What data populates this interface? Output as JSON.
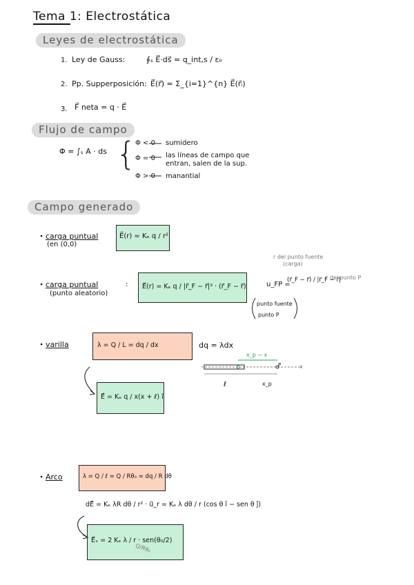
{
  "title": "Tema 1: Electrostática",
  "sections": {
    "leyes": {
      "heading": "Leyes de electrostática",
      "items": [
        {
          "num": "1.",
          "label": "Ley de Gauss:",
          "formula": "∮ₛ E⃗·ds⃗ = q_int,s / ε₀"
        },
        {
          "num": "2.",
          "label": "Pp. Supperposición:",
          "formula": "E⃗(r⃗) = Σ_{i=1}^{n} E⃗(r⃗ᵢ)"
        },
        {
          "num": "3.",
          "label": "",
          "formula": "F⃗ neta = q · E⃗"
        }
      ]
    },
    "flujo": {
      "heading": "Flujo de campo",
      "formula": "Φ = ∫ₛ A · ds",
      "cases": [
        {
          "cond": "Φ < 0",
          "desc": "sumidero"
        },
        {
          "cond": "Φ = 0",
          "desc": "las líneas de campo que",
          "desc2": "entran, salen de la sup."
        },
        {
          "cond": "Φ > 0",
          "desc": "manantial"
        }
      ]
    },
    "campo": {
      "heading": "Campo generado",
      "puntual_origen": {
        "label": "carga puntual",
        "sub": "(en (0,0)",
        "formula": "E⃗(r) = Kₑ q / r²"
      },
      "puntual_aleatorio": {
        "label": "carga puntual",
        "sub": "(punto aleatorio)",
        "formula": "E⃗(r) = Kₑ q / |r⃗_F − r⃗|³ · (r⃗_F − r⃗)",
        "u_label": "u_FP =",
        "u_formula": "(r⃗_F − r⃗) / |r⃗_F − r⃗|",
        "note_top": "r del punto fuente",
        "note_top2": "(carga)",
        "note_right": "r del punto P",
        "note_bottom1": "punto fuente",
        "note_bottom2": "punto P"
      },
      "varilla": {
        "label": "varilla",
        "density": "λ = Q / L = dq / dx",
        "result": "dq = λdx",
        "field": "E⃗ = Kₑ q / x(x + ℓ) î",
        "diagram": {
          "top": "x_p − x",
          "bottom_left": "ℓ",
          "bottom_right": "x_p",
          "axis": "x",
          "point": "P"
        }
      },
      "arco": {
        "label": "Arco",
        "density": "λ = Q / ℓ = Q / Rθ₀ = dq / R dθ",
        "differential": "dE⃗ = Kₑ λR dθ / r² · u⃗_r = Kₑ λ dθ / r (cos θ î − sen θ ĵ)",
        "field": "E⃗ₓ = 2 Kₑ λ / r · sen(θ₀/2)",
        "note": "Q/Rθ₀"
      }
    }
  }
}
